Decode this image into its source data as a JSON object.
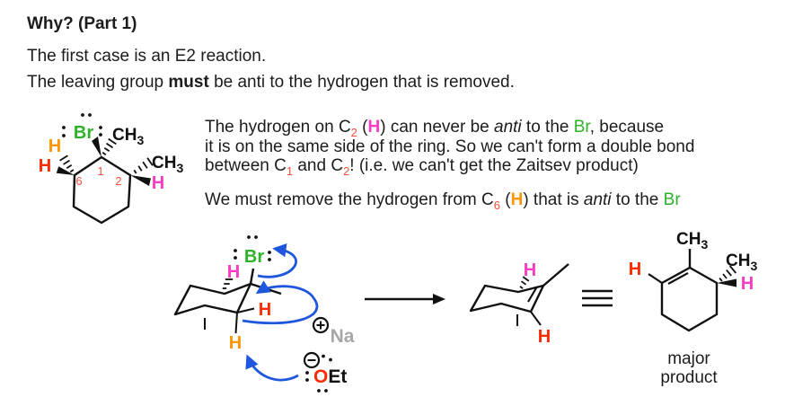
{
  "title": "Why? (Part 1)",
  "intro": [
    [
      {
        "t": "The first case is an E2 reaction."
      }
    ],
    [
      {
        "t": "The leaving group "
      },
      {
        "t": "must",
        "s": "b"
      },
      {
        "t": " be anti to the hydrogen that is removed."
      }
    ]
  ],
  "explanation": {
    "para1": [
      [
        {
          "t": "The hydrogen on C"
        },
        {
          "t": "2",
          "s": "sub"
        },
        {
          "t": " ("
        },
        {
          "t": "H",
          "s": "magenta"
        },
        {
          "t": ") can never be "
        },
        {
          "t": "anti",
          "s": "i"
        },
        {
          "t": " to the "
        },
        {
          "t": "Br",
          "s": "green"
        },
        {
          "t": ", because"
        }
      ],
      [
        {
          "t": "it is on the same side of the ring. So we can't form a double bond"
        }
      ],
      [
        {
          "t": "between C"
        },
        {
          "t": "1",
          "s": "sub"
        },
        {
          "t": " and C"
        },
        {
          "t": "2",
          "s": "sub"
        },
        {
          "t": "! (i.e. we can't get the Zaitsev product)"
        }
      ]
    ],
    "para2": [
      [
        {
          "t": "We must remove the hydrogen from C"
        },
        {
          "t": "6",
          "s": "sub"
        },
        {
          "t": " ("
        },
        {
          "t": "H",
          "s": "orange"
        },
        {
          "t": ") that is "
        },
        {
          "t": "anti",
          "s": "i"
        },
        {
          "t": " to the "
        },
        {
          "t": "Br",
          "s": "green"
        }
      ]
    ]
  },
  "labels": {
    "br": "Br",
    "ch": "CH",
    "sub3": "3",
    "h": "H",
    "o": "O",
    "et": "Et",
    "na": "Na",
    "n1": "1",
    "n2": "2",
    "n6": "6"
  },
  "caption": {
    "line1": "major",
    "line2": "product"
  },
  "colors": {
    "green": "#2db229",
    "magenta": "#fa3bc3",
    "orange": "#ff9500",
    "red": "#ff2b00",
    "number_red": "#f4503a",
    "blue": "#1e56dd",
    "gray": "#a7a7a7",
    "bond_black": "#111111"
  }
}
